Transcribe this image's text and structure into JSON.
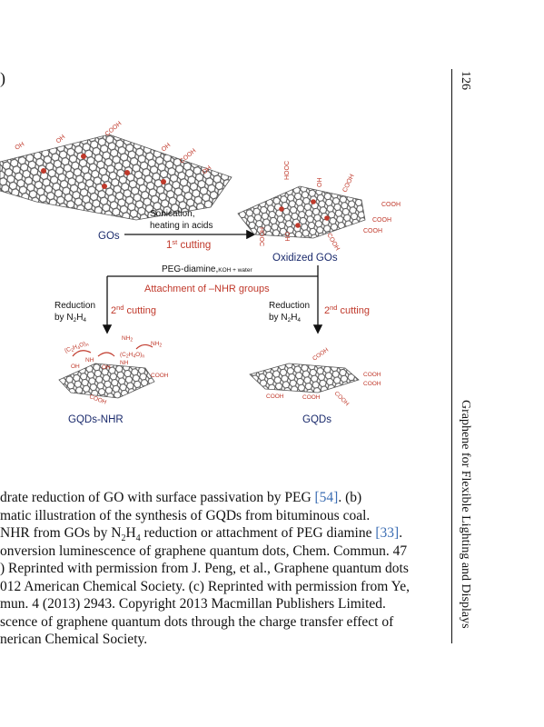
{
  "panel_mark": ")",
  "page_number": "126",
  "running_head": "Graphene for Flexible Lighting and Displays",
  "figure": {
    "labels": {
      "gos": "GOs",
      "oxidized_gos": "Oxidized GOs",
      "step1_line1": "Sonication,",
      "step1_line2": "heating in acids",
      "first_cutting": "1st cutting",
      "peg_main": "PEG-diamine,",
      "peg_small": "KOH + water",
      "attachment": "Attachment of –NHR groups",
      "reduction_left_1": "Reduction",
      "reduction_left_2": "by N2H4",
      "second_cutting_left": "2nd cutting",
      "reduction_right_1": "Reduction",
      "reduction_right_2": "by N2H4",
      "second_cutting_right": "2nd cutting",
      "gqds_nhr": "GQDs-NHR",
      "gqds": "GQDs"
    },
    "groups": {
      "oh": "OH",
      "cooh": "COOH",
      "nh": "NH",
      "nh2": "NH2",
      "peg": "(C2H4O)n"
    }
  },
  "caption": {
    "line1": "drate reduction of GO with surface passivation by PEG",
    "line1_ref": "[54]",
    "line1_tail": ". (b)",
    "line2": "matic illustration of the synthesis of GQDs from bituminous coal.",
    "line3_a": "NHR from GOs by N",
    "line3_b": "H",
    "line3_c": " reduction or attachment of PEG diamine",
    "line3_ref": "[33]",
    "line3_tail": ".",
    "line4": "onversion luminescence of graphene quantum dots, Chem. Commun. 47",
    "line5": ") Reprinted with permission from J. Peng, et al., Graphene quantum dots",
    "line6": "012 American Chemical Society. (c) Reprinted with permission from Ye,",
    "line7": "mun. 4 (2013) 2943. Copyright 2013 Macmillan Publishers Limited.",
    "line8": "scence of graphene quantum dots through the charge transfer effect of",
    "line9": "nerican Chemical Society."
  }
}
